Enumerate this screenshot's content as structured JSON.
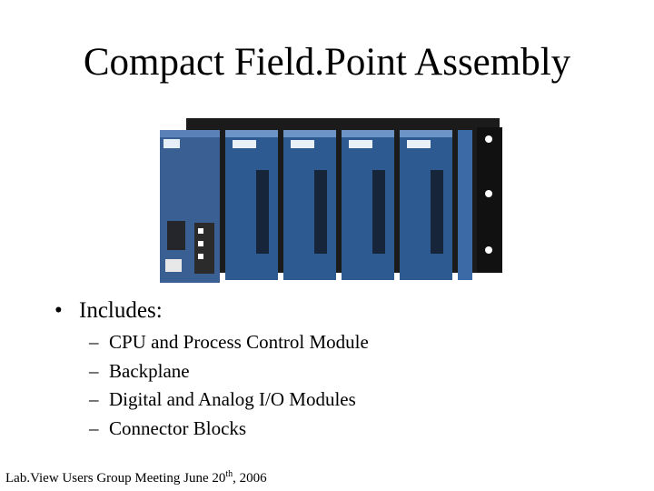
{
  "slide": {
    "title": "Compact Field.Point Assembly",
    "bullet": "Includes:",
    "bullet_marker": "•",
    "sub_marker": "–",
    "sub_items": [
      "CPU and Process Control Module",
      "Backplane",
      "Digital and Analog I/O Modules",
      "Connector Blocks"
    ]
  },
  "footer": {
    "text": "Lab.View Users Group Meeting   June 20",
    "sup": "th",
    "tail": ", 2006"
  }
}
